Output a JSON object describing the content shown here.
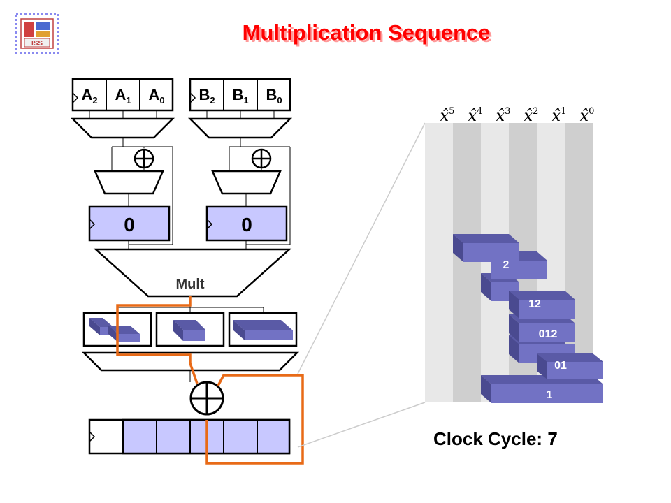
{
  "title": "Multiplication Sequence",
  "logo": {
    "text": "ISS"
  },
  "register_a": {
    "cells": [
      {
        "base": "A",
        "sub": "2"
      },
      {
        "base": "A",
        "sub": "1"
      },
      {
        "base": "A",
        "sub": "0"
      }
    ]
  },
  "register_b": {
    "cells": [
      {
        "base": "B",
        "sub": "2"
      },
      {
        "base": "B",
        "sub": "1"
      },
      {
        "base": "B",
        "sub": "0"
      }
    ]
  },
  "accumulator_a_value": "0",
  "accumulator_b_value": "0",
  "mult_label": "Mult",
  "powers": [
    {
      "base": "x̂",
      "exp": "5"
    },
    {
      "base": "x̂",
      "exp": "4"
    },
    {
      "base": "x̂",
      "exp": "3"
    },
    {
      "base": "x̂",
      "exp": "2"
    },
    {
      "base": "x̂",
      "exp": "1"
    },
    {
      "base": "x̂",
      "exp": "0"
    }
  ],
  "sequence_bars": [
    "2",
    "12",
    "012",
    "01",
    "1"
  ],
  "clock": {
    "label": "Clock Cycle:",
    "value": "7"
  },
  "colors": {
    "title": "#ff0000",
    "bar_face": "#7272c4",
    "bar_top": "#5a5aa6",
    "register_fill": "#c8c8ff",
    "wire_orange": "#e86a17",
    "column_dark": "#cfcfcf",
    "column_light": "#e8e8e8"
  }
}
